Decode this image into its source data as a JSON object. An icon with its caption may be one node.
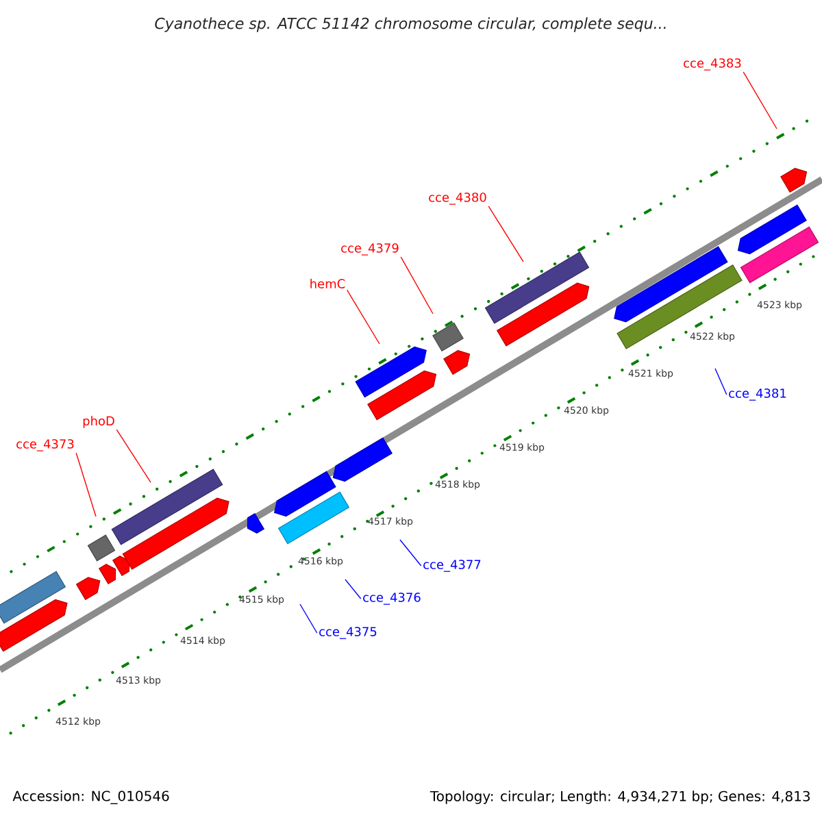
{
  "diagram": {
    "title": "Cyanothece sp. ATCC 51142 chromosome circular, complete sequ...",
    "nodes": [
      {
        "text": [
          "cce_4383"
        ]
      },
      {
        "text": [
          "cce_4380"
        ]
      },
      {
        "text": [
          "cce_4379"
        ]
      },
      {
        "text": [
          "hemC"
        ]
      },
      {
        "text": [
          "phoD"
        ]
      },
      {
        "text": [
          "cce_4373"
        ]
      },
      {
        "text": [
          "cce_4381"
        ]
      },
      {
        "text": [
          "cce_4377"
        ]
      },
      {
        "text": [
          "cce_4376"
        ]
      },
      {
        "text": [
          "cce_4375"
        ]
      }
    ],
    "edges": [
      {
        "from": 0,
        "to": null,
        "arrow": "none"
      },
      {
        "from": 1,
        "to": null,
        "arrow": "none"
      },
      {
        "from": 2,
        "to": null,
        "arrow": "none"
      },
      {
        "from": 3,
        "to": null,
        "arrow": "none"
      },
      {
        "from": 4,
        "to": null,
        "arrow": "none"
      },
      {
        "from": 5,
        "to": null,
        "arrow": "none"
      },
      {
        "from": 6,
        "to": null,
        "arrow": "none",
        "color": "#0000ff"
      },
      {
        "from": 7,
        "to": null,
        "arrow": "none",
        "color": "#0000ff"
      },
      {
        "from": 8,
        "to": null,
        "arrow": "none",
        "color": "#0000ff"
      },
      {
        "from": 9,
        "to": null,
        "arrow": "none",
        "color": "#0000ff"
      }
    ],
    "labels": [
      "4512 kbp",
      "4513 kbp",
      "4514 kbp",
      "4515 kbp",
      "4516 kbp",
      "4517 kbp",
      "4518 kbp",
      "4519 kbp",
      "4520 kbp",
      "4521 kbp",
      "4522 kbp",
      "4523 kbp",
      "Accession: NC_010546",
      "Topology: circular; Length: 4,934,271 bp; Genes: 4,813"
    ]
  }
}
